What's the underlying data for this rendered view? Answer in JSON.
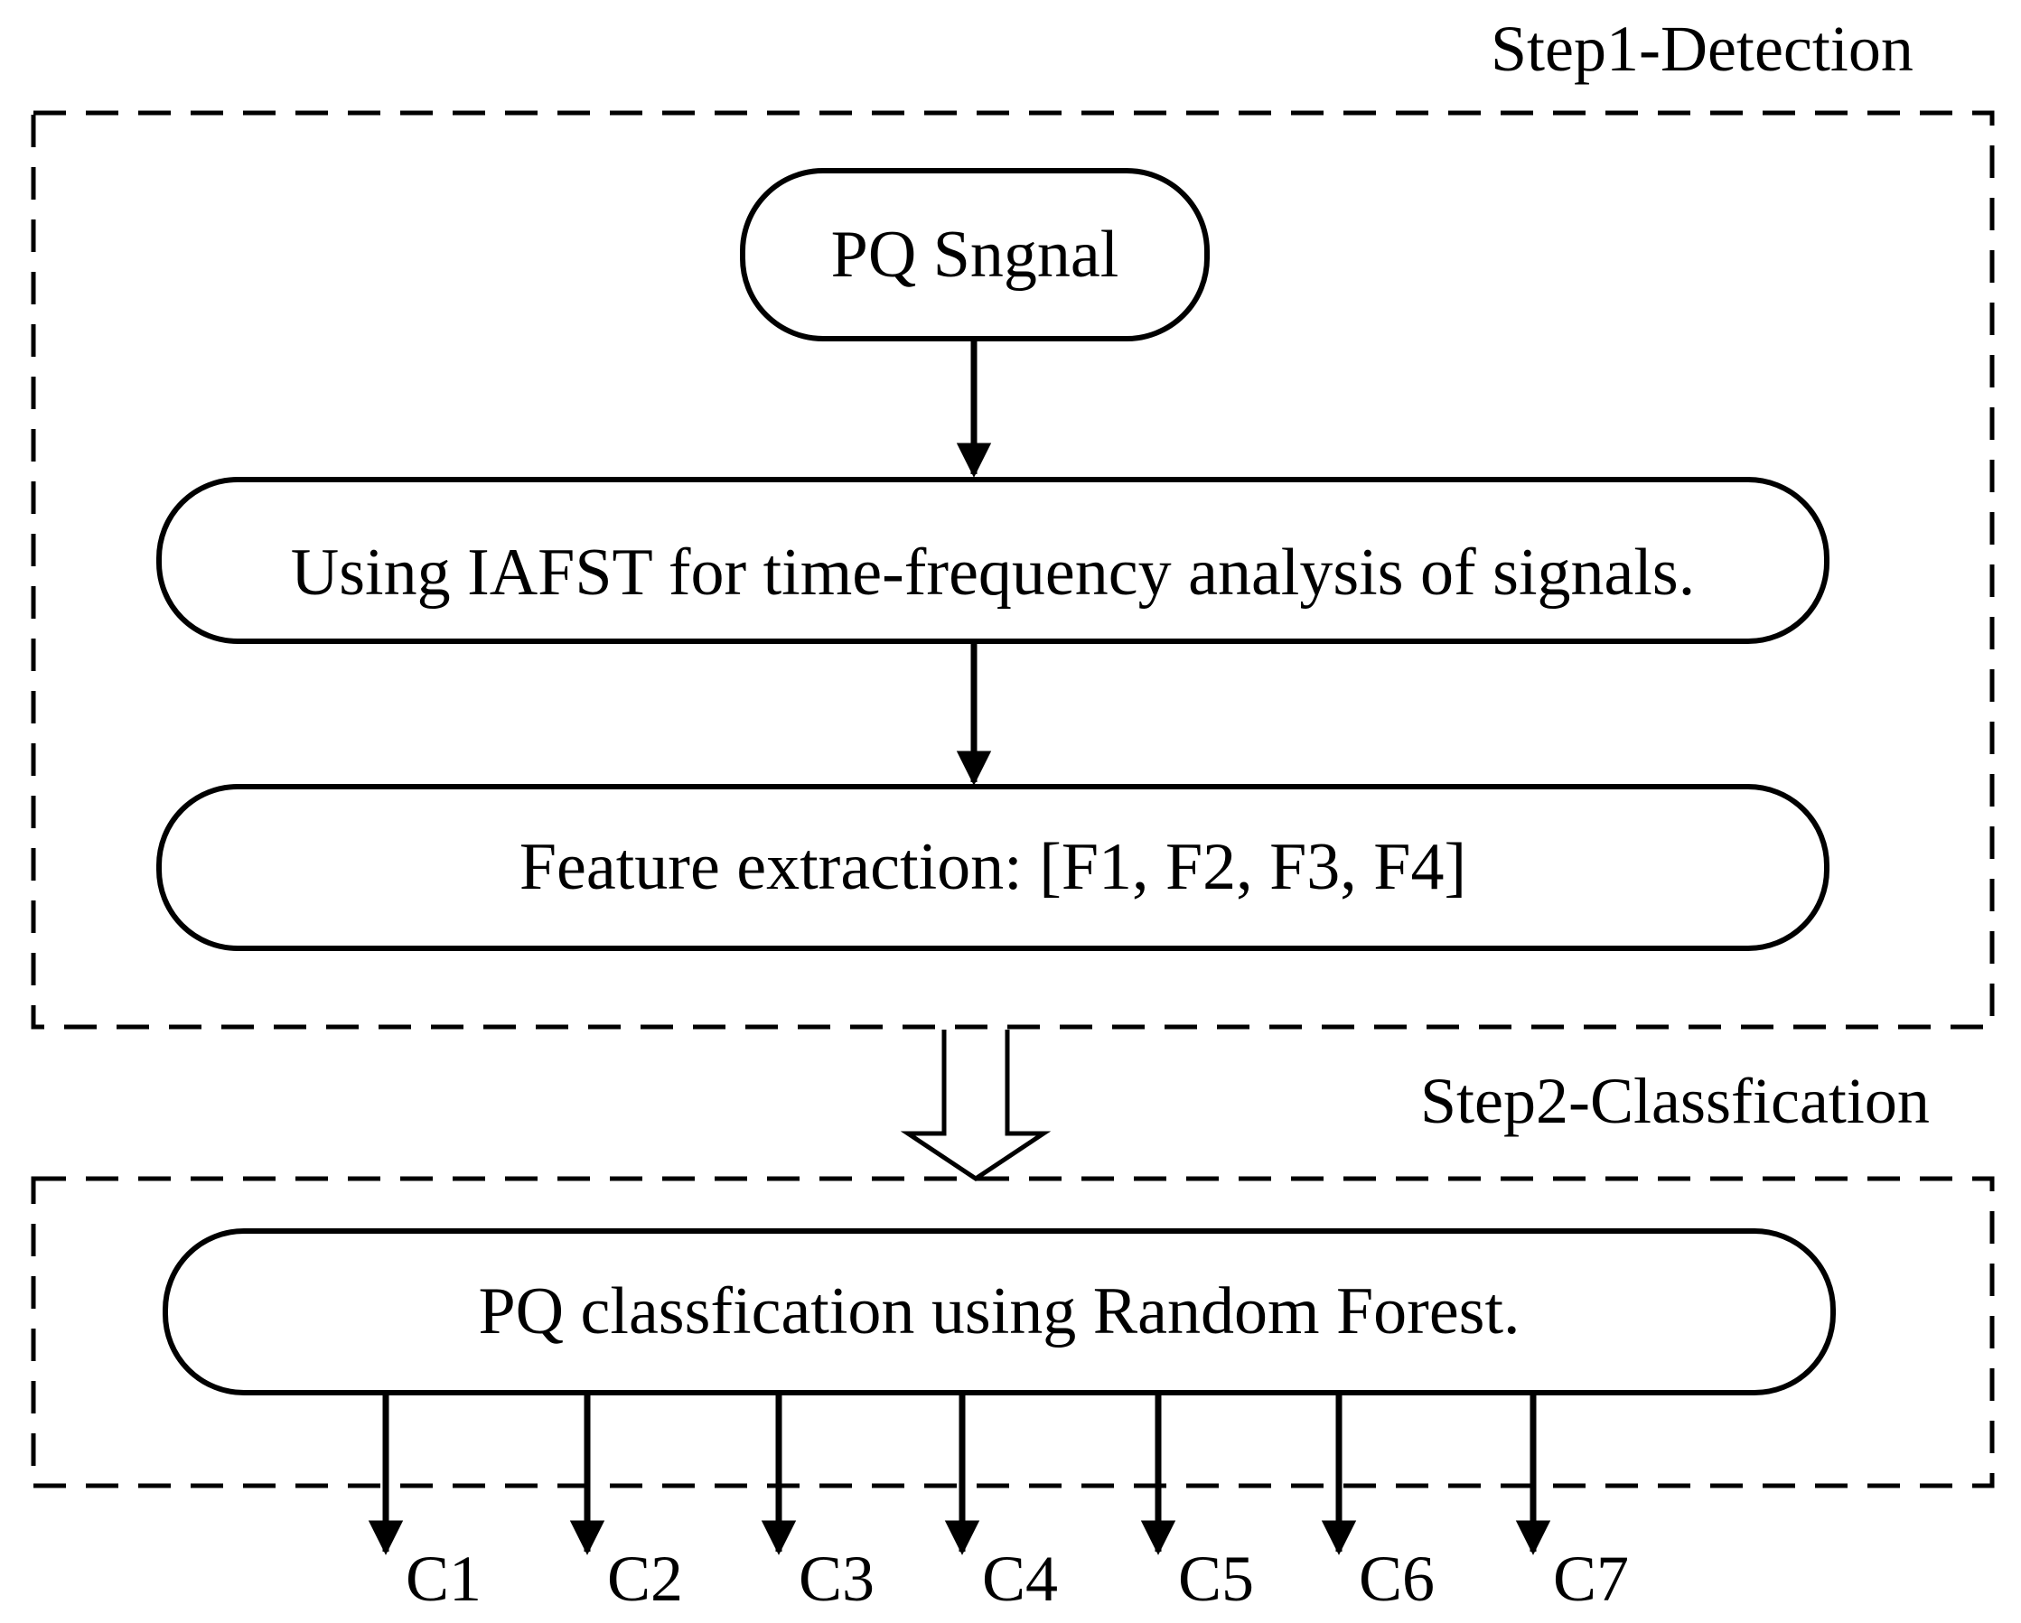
{
  "stages": {
    "detection": {
      "label": "Step1-Detection"
    },
    "classification": {
      "label": "Step2-Classfication"
    }
  },
  "nodes": {
    "pq_signal": "PQ Sngnal",
    "iafst": "Using IAFST for time-frequency analysis of signals.",
    "features": "Feature extraction: [F1, F2, F3, F4]",
    "random_forest": "PQ classfication using Random Forest."
  },
  "outputs": [
    "C1",
    "C2",
    "C3",
    "C4",
    "C5",
    "C6",
    "C7"
  ]
}
